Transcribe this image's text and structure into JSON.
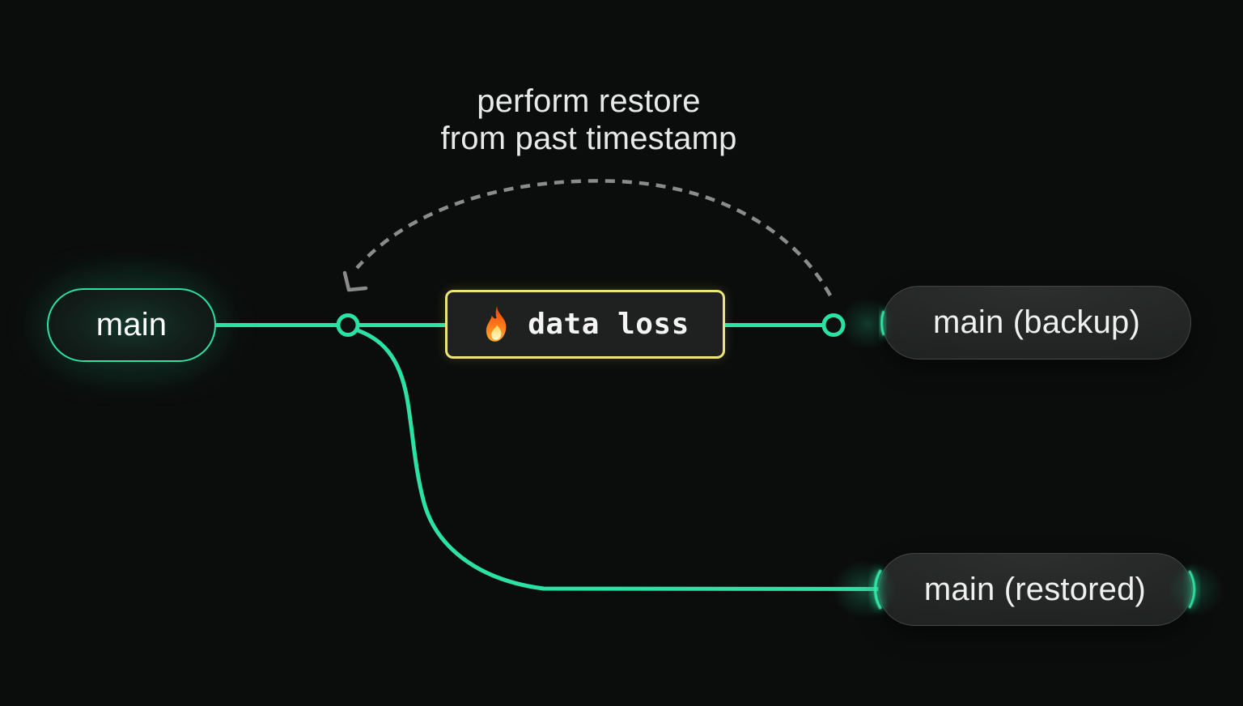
{
  "diagram": {
    "caption": {
      "line1": "perform restore",
      "line2": "from past timestamp"
    },
    "nodes": {
      "main": {
        "label": "main"
      },
      "data_loss": {
        "label": "data loss",
        "icon": "fire-icon"
      },
      "backup": {
        "label": "main (backup)"
      },
      "restored": {
        "label": "main (restored)"
      }
    },
    "connectors": {
      "branch_line": "main timeline",
      "restore_branch": "restored branch",
      "restore_arc": "dashed restore arc with arrowhead"
    }
  },
  "colors": {
    "branch_green": "#2be2a4",
    "alert_border_yellow": "#ede47e",
    "dashed_arc_gray": "#8b8b8b",
    "node_fill_dark": "#232625",
    "text_light": "#f0f0f0",
    "background": "#0b0d0c"
  }
}
